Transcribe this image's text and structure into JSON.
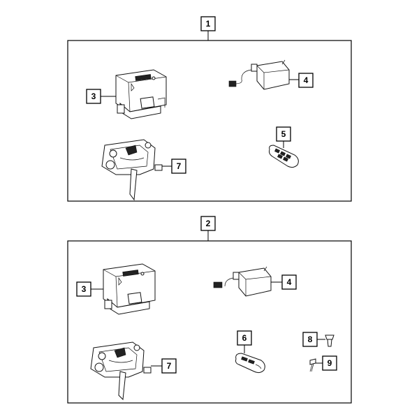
{
  "groups": [
    {
      "callout": "1"
    },
    {
      "callout": "2"
    }
  ],
  "callouts": {
    "g1_module": "3",
    "g1_antenna": "4",
    "g1_fob": "5",
    "g1_latch": "7",
    "g2_module": "3",
    "g2_antenna": "4",
    "g2_fob": "6",
    "g2_latch": "7",
    "g2_clip": "8",
    "g2_screw": "9"
  },
  "icons": [
    "control-module-icon",
    "antenna-module-icon",
    "key-fob-icon",
    "latch-assembly-icon",
    "push-clip-icon",
    "screw-icon"
  ]
}
